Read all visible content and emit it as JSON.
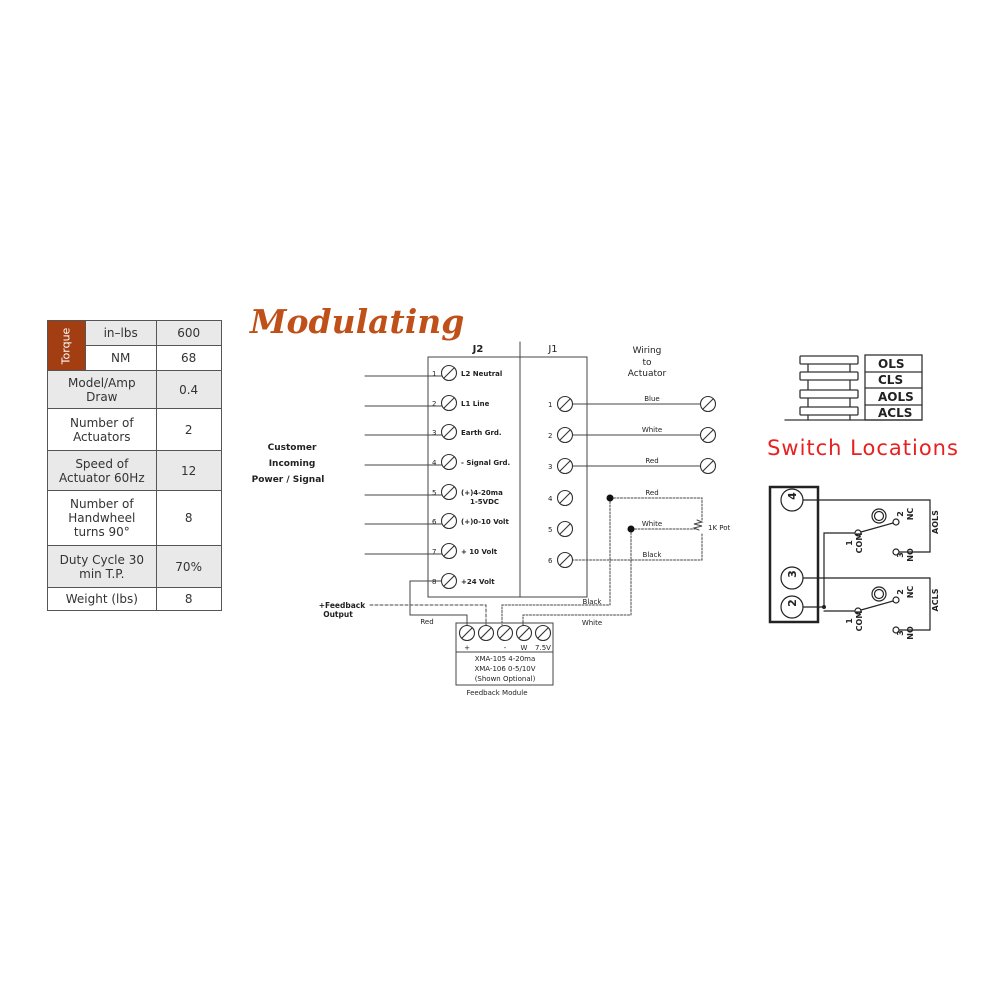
{
  "table": {
    "torque_label": "Torque",
    "rows": [
      {
        "label": "in–lbs",
        "value": "600"
      },
      {
        "label": "NM",
        "value": "68"
      },
      {
        "label": "Model/Amp Draw",
        "value": "0.4"
      },
      {
        "label": "Number of Actuators",
        "value": "2"
      },
      {
        "label": "Speed of Actuator 60Hz",
        "value": "12"
      },
      {
        "label": "Number of Handwheel turns 90°",
        "value": "8"
      },
      {
        "label": "Duty Cycle 30 min T.P.",
        "value": "70%"
      },
      {
        "label": "Weight (lbs)",
        "value": "8"
      }
    ]
  },
  "title": "Modulating",
  "wiring": {
    "j2": "J2",
    "j1": "J1",
    "wiring_to_actuator": [
      "Wiring",
      "to",
      "Actuator"
    ],
    "customer": [
      "Customer",
      "Incoming",
      "Power / Signal"
    ],
    "j2_terminals": [
      {
        "n": "1",
        "label": "L2 Neutral"
      },
      {
        "n": "2",
        "label": "L1 Line"
      },
      {
        "n": "3",
        "label": "Earth Grd."
      },
      {
        "n": "4",
        "label": "- Signal Grd."
      },
      {
        "n": "5",
        "label": "(+)4-20ma",
        "label2": "1-5VDC"
      },
      {
        "n": "6",
        "label": "(+)0-10 Volt"
      },
      {
        "n": "7",
        "label": "+ 10 Volt"
      },
      {
        "n": "8",
        "label": "+24 Volt"
      }
    ],
    "j1_terminals": [
      {
        "n": "1",
        "wire": "Blue"
      },
      {
        "n": "2",
        "wire": "White"
      },
      {
        "n": "3",
        "wire": "Red"
      },
      {
        "n": "4",
        "wire": "Red"
      },
      {
        "n": "5",
        "wire": "White"
      },
      {
        "n": "6",
        "wire": "Black"
      }
    ],
    "pot": "1K Pot",
    "feedback_output": [
      "+Feedback",
      "Output"
    ],
    "wire_red": "Red",
    "wire_black": "Black",
    "wire_white": "White",
    "module_terms": [
      "+",
      "-",
      "W",
      "7.5V"
    ],
    "module_text": [
      "XMA-105  4-20ma",
      "XMA-106 0-5/10V",
      "(Shown Optional)"
    ],
    "module_label": "Feedback Module"
  },
  "switches": {
    "labels": [
      "OLS",
      "CLS",
      "AOLS",
      "ACLS"
    ],
    "title": "Switch Locations",
    "title_color": "#e8201f",
    "terminals": [
      "4",
      "3",
      "2"
    ],
    "com": "COM",
    "nc": "NC",
    "no": "NO",
    "pin1": "1",
    "pin2": "2",
    "pin3": "3",
    "aols": "AOLS",
    "acls": "ACLS"
  }
}
